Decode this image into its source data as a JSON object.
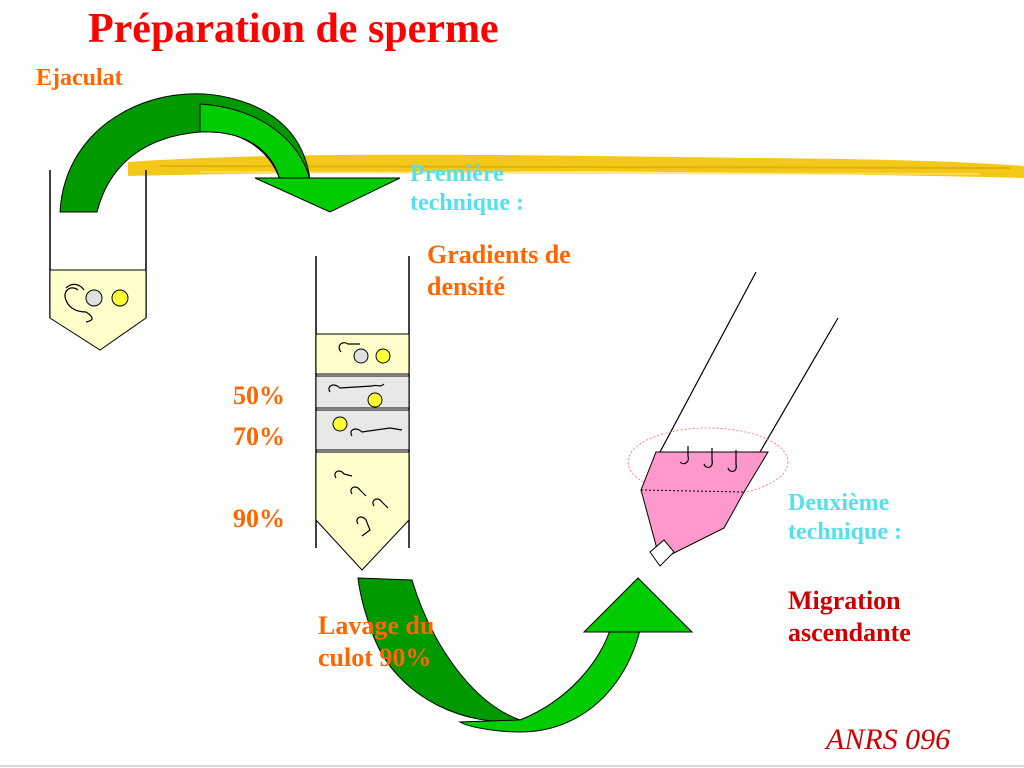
{
  "title": "Préparation de sperme",
  "labels": {
    "ejaculat": "Ejaculat",
    "first_technique": "Première\ntechnique :",
    "first_method": "Gradients de\ndensité",
    "pct_50": "50%",
    "pct_70": "70%",
    "pct_90": "90%",
    "wash": "Lavage du\nculot 90%",
    "second_technique": "Deuxième\ntechnique :",
    "second_method": "Migration\n ascendante"
  },
  "footer": "ANRS 096",
  "colors": {
    "title": "#ff0000",
    "label_orange": "#ff6600",
    "label_cyan": "#55e0ee",
    "label_darkred": "#cc0000",
    "arrow_dark_green": "#009900",
    "arrow_light_green": "#00cc00",
    "brush_yellow": "#f2c200",
    "tube_fill_cream": "#ffffcc",
    "gradient_gray": "#e8e8e8",
    "pink_medium": "#ff99cc",
    "sperm_head_yellow": "#ffff33"
  }
}
